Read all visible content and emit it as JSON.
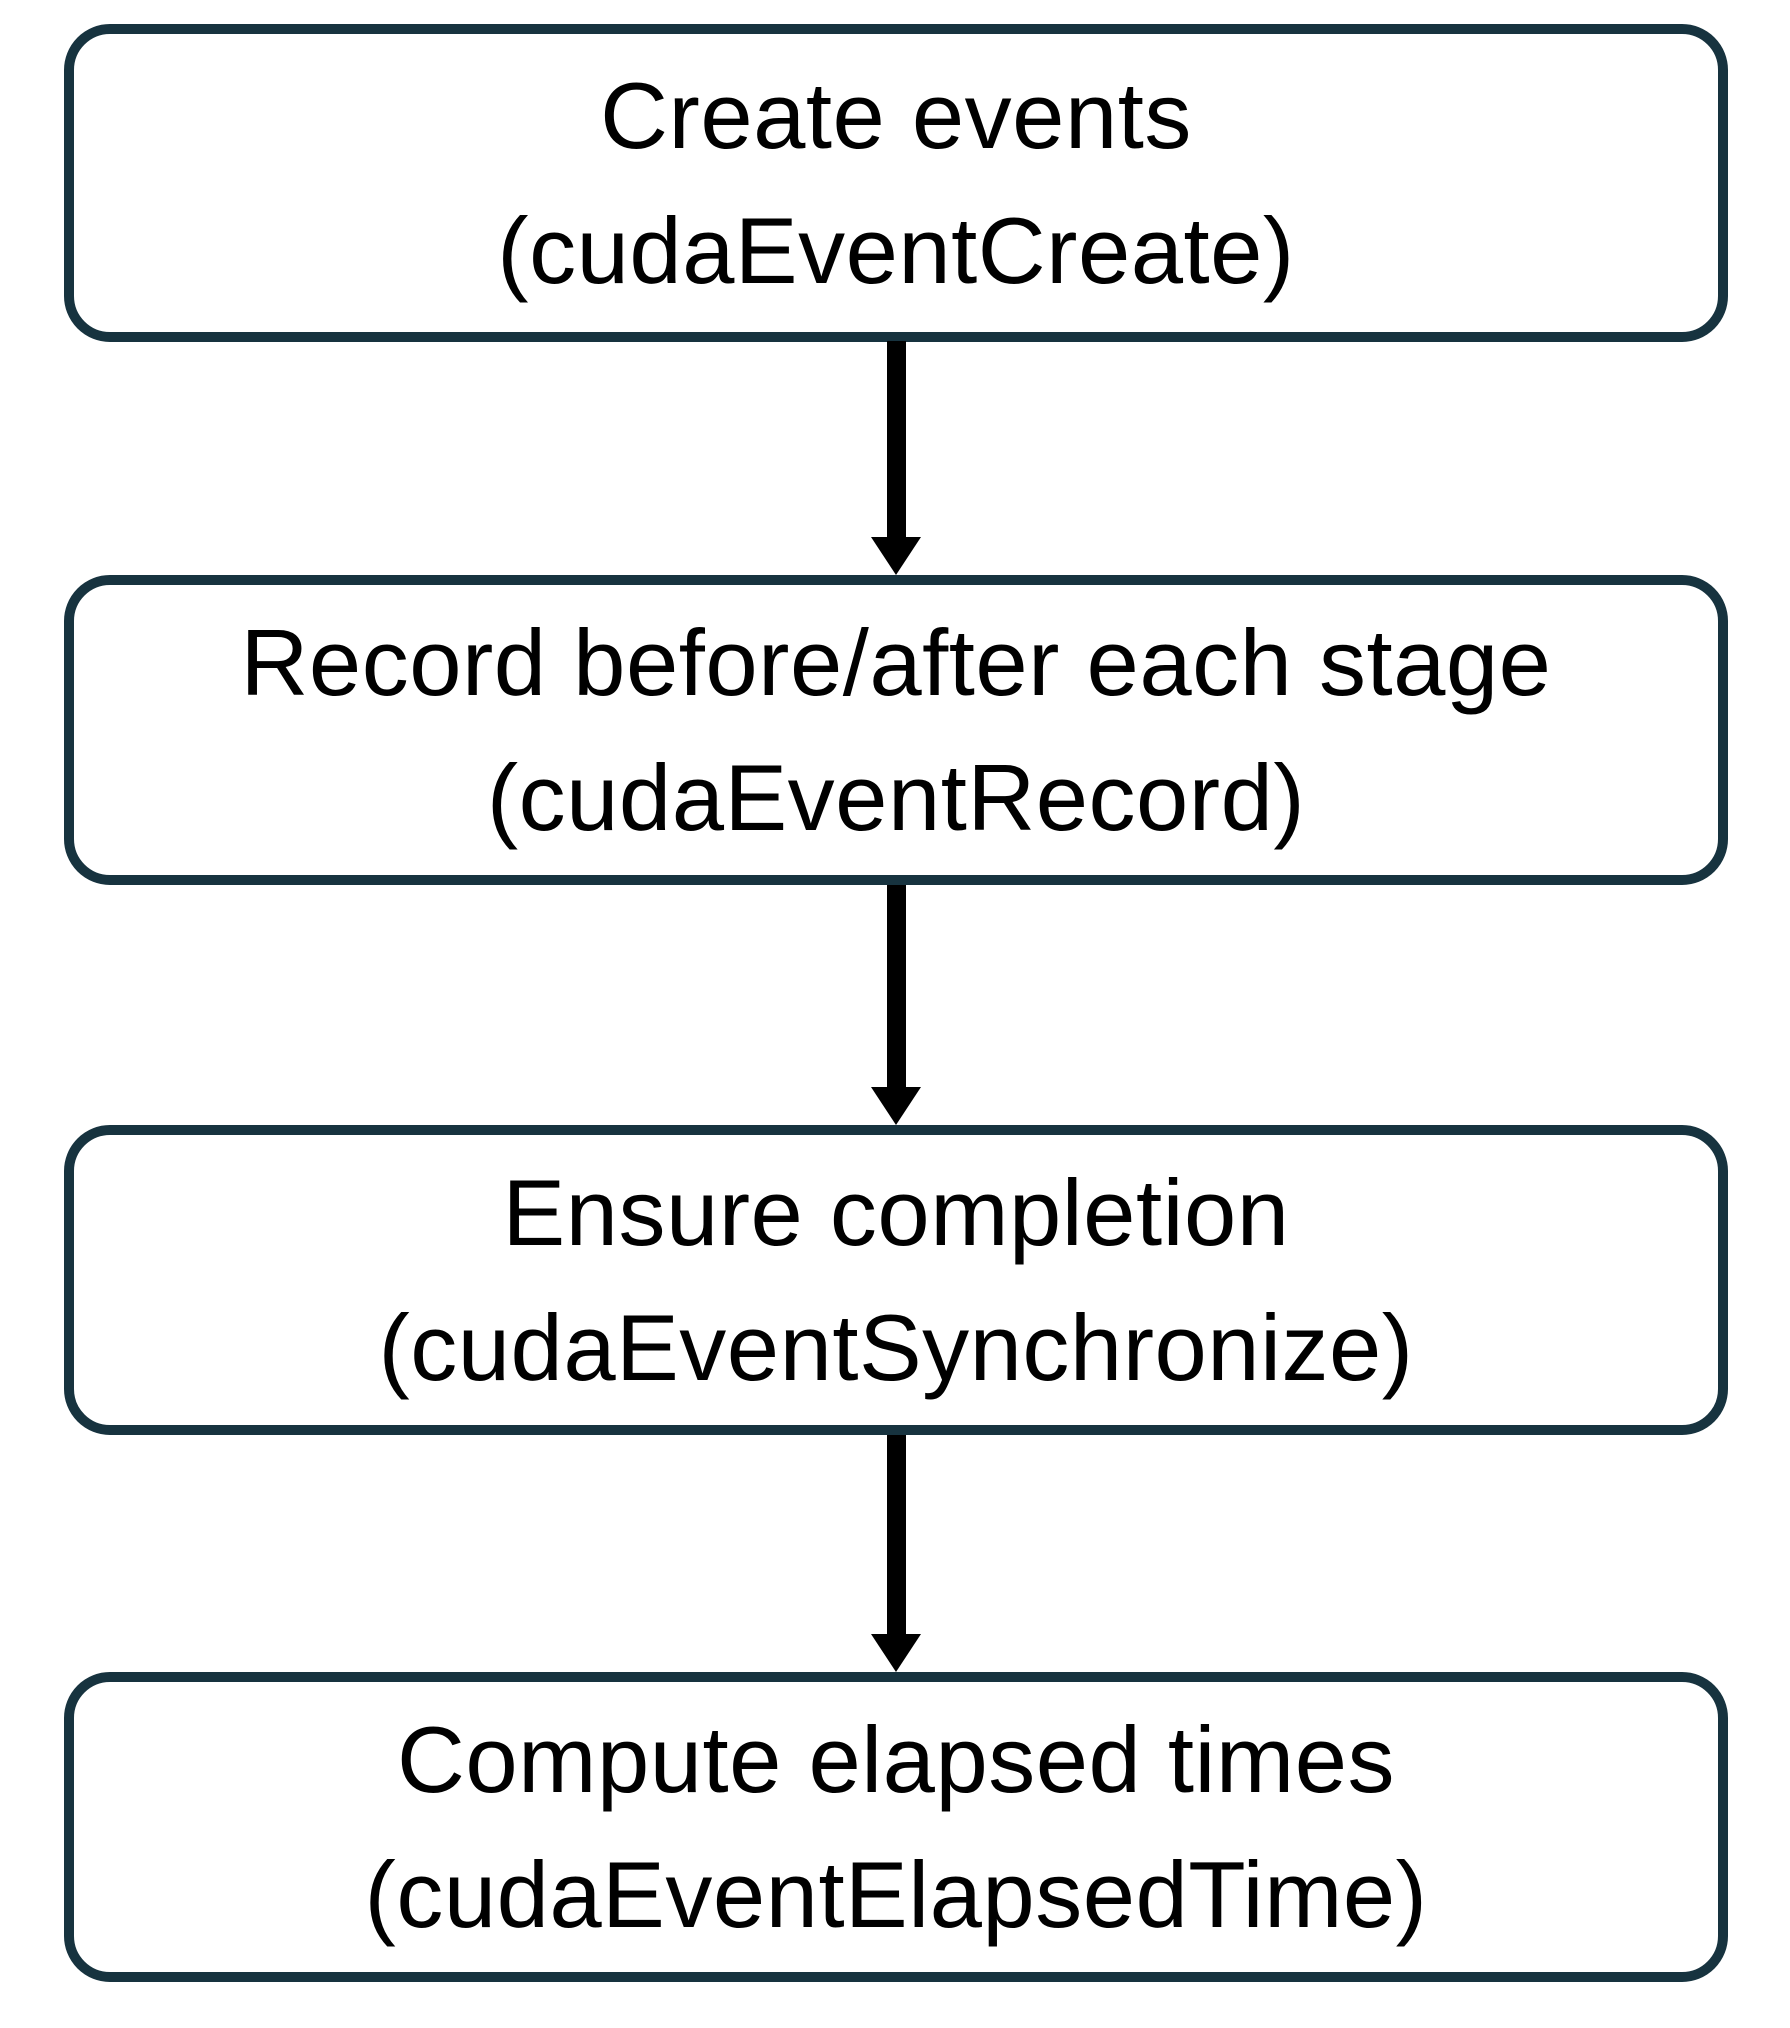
{
  "diagram": {
    "title": "CUDA event timing flowchart",
    "colors": {
      "box_border": "#17333f",
      "box_fill": "#ffffff",
      "arrow": "#000000",
      "text": "#000000",
      "background": "#ffffff"
    },
    "boxes": [
      {
        "line1": "Create events",
        "line2": "(cudaEventCreate)"
      },
      {
        "line1": "Record before/after each stage",
        "line2": "(cudaEventRecord)"
      },
      {
        "line1": "Ensure completion",
        "line2": "(cudaEventSynchronize)"
      },
      {
        "line1": "Compute elapsed times",
        "line2": "(cudaEventElapsedTime)"
      }
    ],
    "connections": [
      {
        "from": 0,
        "to": 1,
        "direction": "down"
      },
      {
        "from": 1,
        "to": 2,
        "direction": "down"
      },
      {
        "from": 2,
        "to": 3,
        "direction": "down"
      }
    ]
  }
}
